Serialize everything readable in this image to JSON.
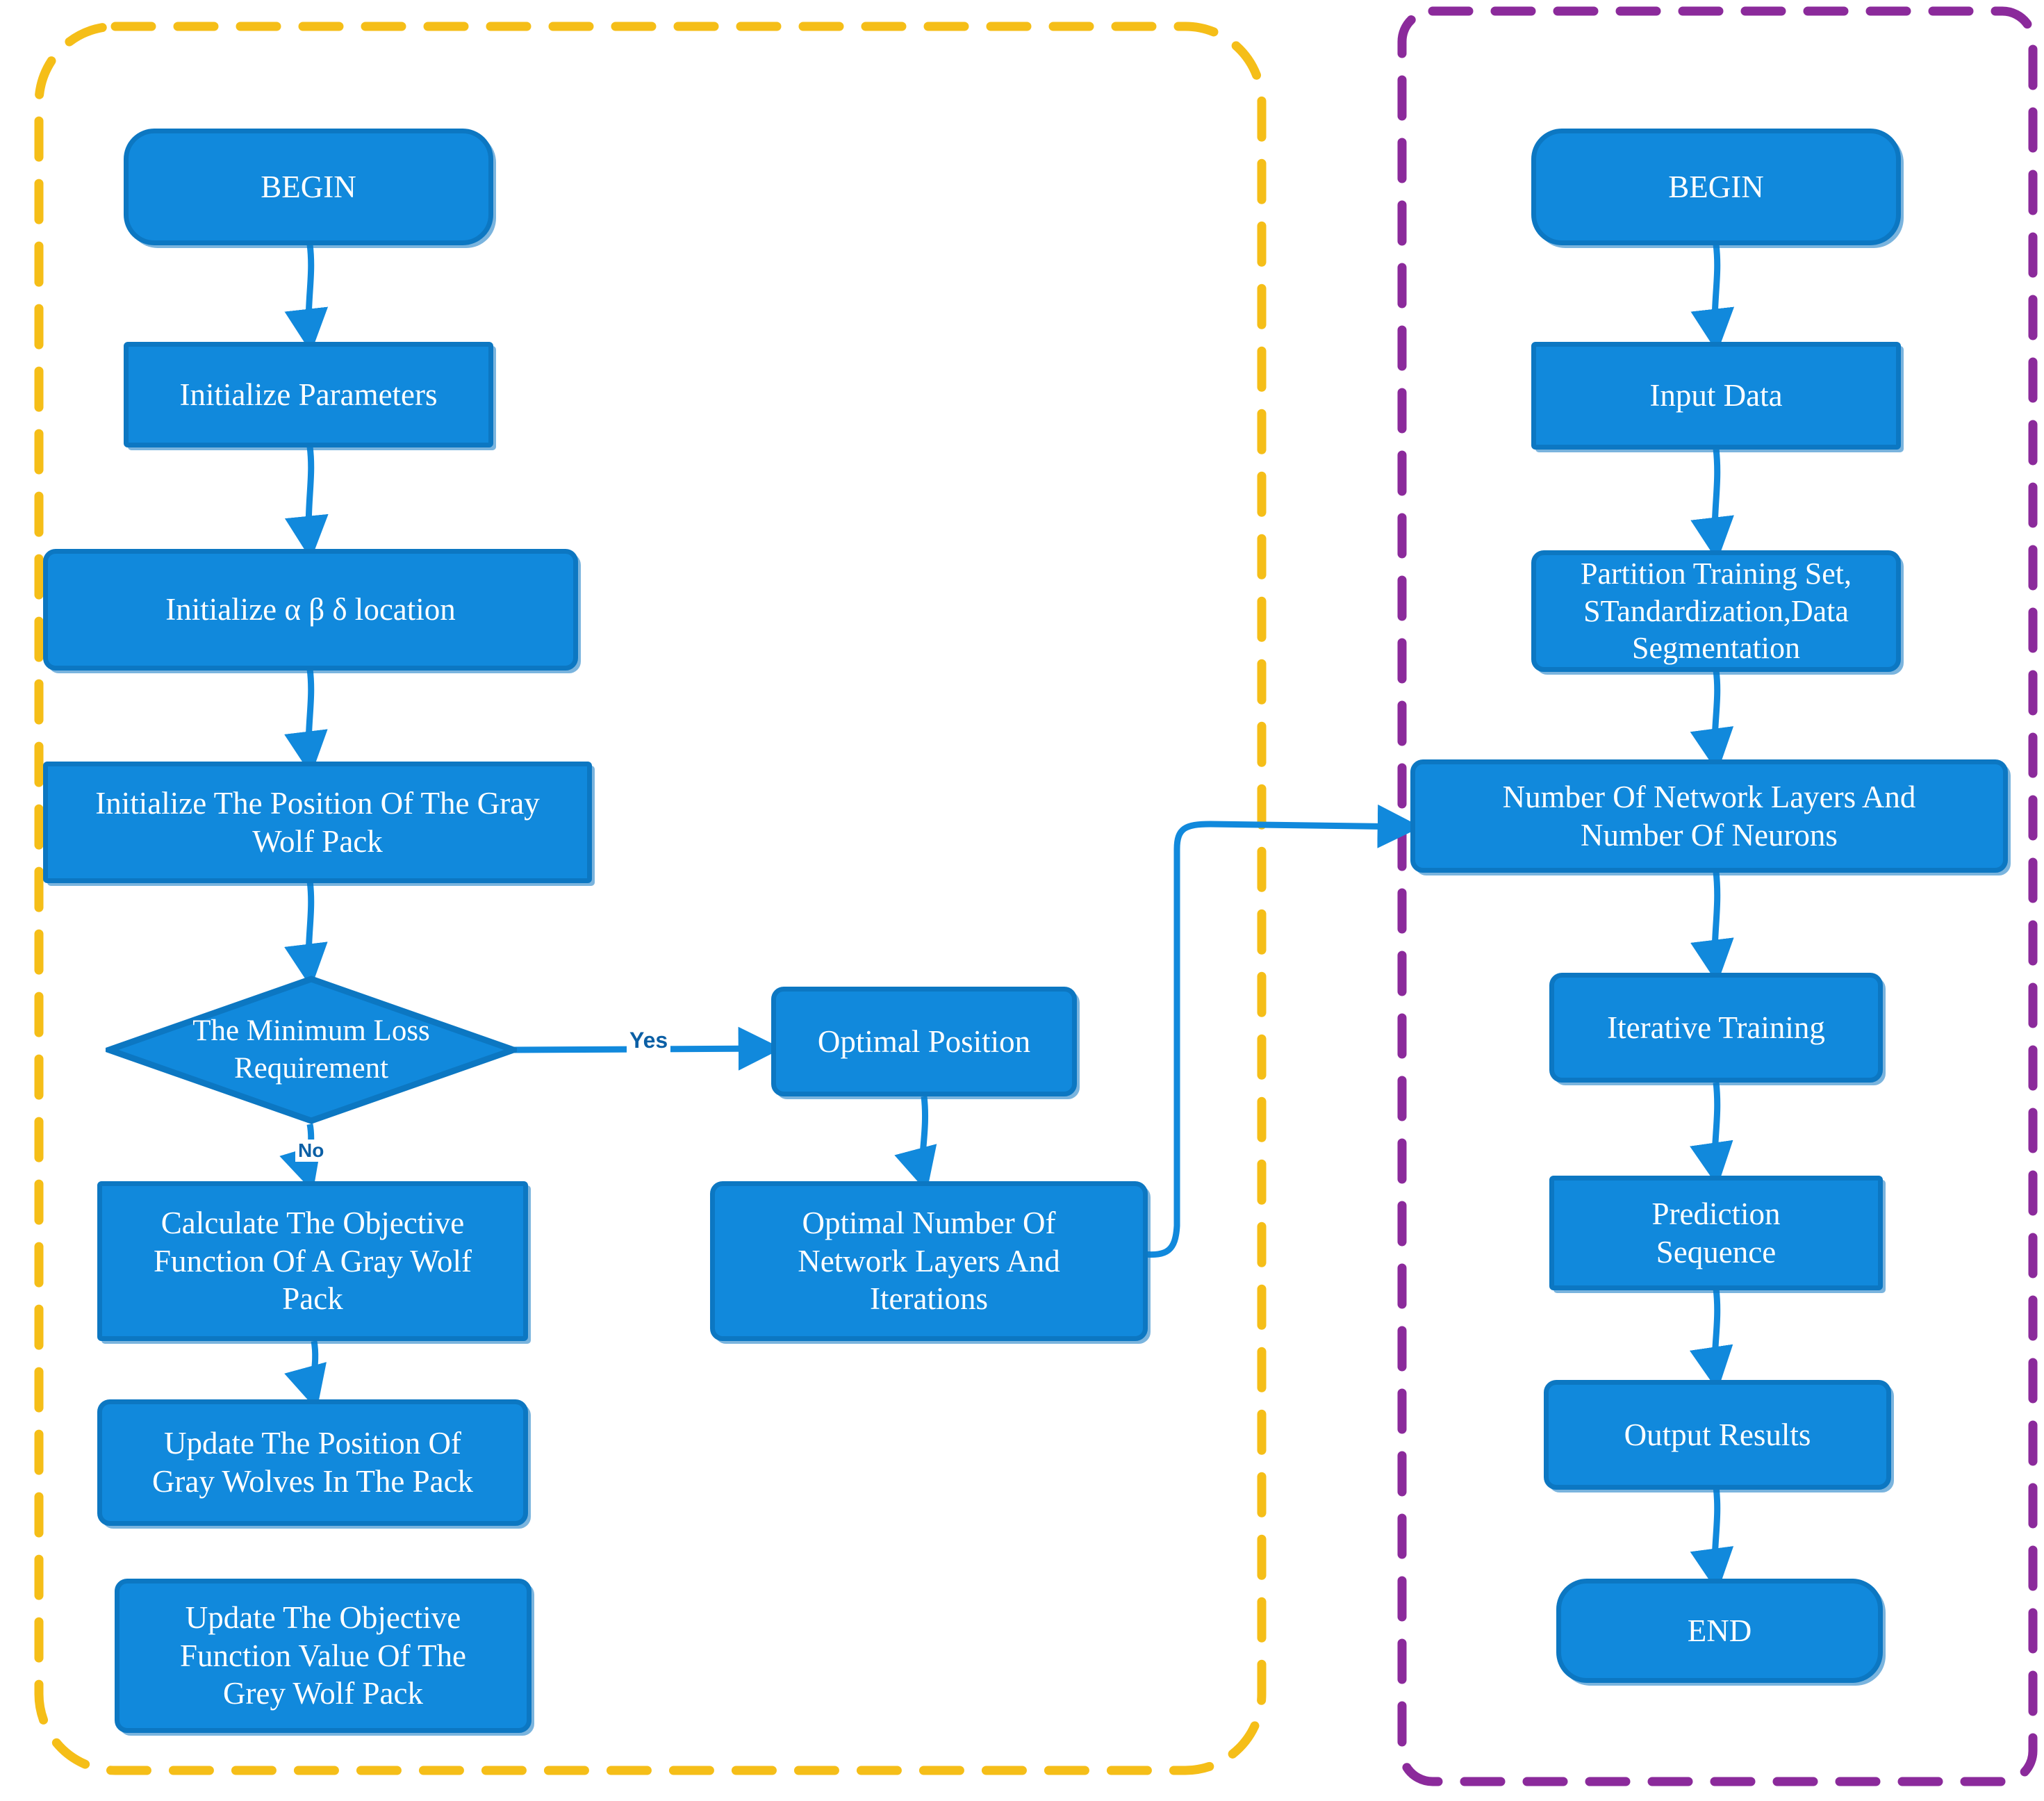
{
  "diagram": {
    "title_present": false,
    "colors": {
      "node_fill": "#1189DC",
      "node_stroke": "#0C77C2",
      "node_text": "#FFFFFF",
      "arrow": "#1189DC",
      "edge_label_text": "#0B5FA5",
      "left_group_border": "#F5BE18",
      "right_group_border": "#8B2A9B",
      "background": "#FFFFFF"
    },
    "groups": [
      {
        "id": "left-group",
        "border_color": "#F5BE18",
        "style": "dashed"
      },
      {
        "id": "right-group",
        "border_color": "#8B2A9B",
        "style": "dashed"
      }
    ]
  },
  "left_flow": {
    "nodes": [
      {
        "id": "begin-left",
        "label": "BEGIN",
        "shape": "round"
      },
      {
        "id": "init-params",
        "label": "Initialize Parameters",
        "shape": "rect"
      },
      {
        "id": "init-abd",
        "label": "Initialize  α  β  δ   location",
        "shape": "soft"
      },
      {
        "id": "init-position",
        "label": "Initialize The Position Of The Gray\nWolf Pack",
        "shape": "rect"
      },
      {
        "id": "min-loss-decision",
        "label": "The Minimum Loss\nRequirement",
        "shape": "diamond"
      },
      {
        "id": "calc-objective",
        "label": "Calculate The Objective\nFunction Of A Gray Wolf\nPack",
        "shape": "rect"
      },
      {
        "id": "update-position",
        "label": "Update The Position Of\nGray Wolves In The Pack",
        "shape": "soft"
      },
      {
        "id": "update-objective",
        "label": "Update The Objective\nFunction Value Of The\nGrey Wolf Pack",
        "shape": "soft"
      }
    ]
  },
  "middle_flow": {
    "nodes": [
      {
        "id": "optimal-position",
        "label": "Optimal Position",
        "shape": "soft"
      },
      {
        "id": "optimal-number",
        "label": "Optimal Number Of\nNetwork Layers And\nIterations",
        "shape": "soft"
      }
    ]
  },
  "right_flow": {
    "nodes": [
      {
        "id": "begin-right",
        "label": "BEGIN",
        "shape": "round"
      },
      {
        "id": "input-data",
        "label": "Input Data",
        "shape": "rect"
      },
      {
        "id": "partition-data",
        "label": "Partition Training Set,\nSTandardization,Data\nSegmentation",
        "shape": "soft"
      },
      {
        "id": "network-layers",
        "label": "Number Of Network Layers And\nNumber Of Neurons",
        "shape": "soft"
      },
      {
        "id": "iterative-training",
        "label": "Iterative Training",
        "shape": "soft"
      },
      {
        "id": "prediction-seq",
        "label": "Prediction\nSequence",
        "shape": "rect"
      },
      {
        "id": "output-results",
        "label": "Output Results",
        "shape": "soft"
      },
      {
        "id": "end-right",
        "label": "END",
        "shape": "round"
      }
    ]
  },
  "edge_labels": {
    "yes": "Yes",
    "no": "No"
  }
}
